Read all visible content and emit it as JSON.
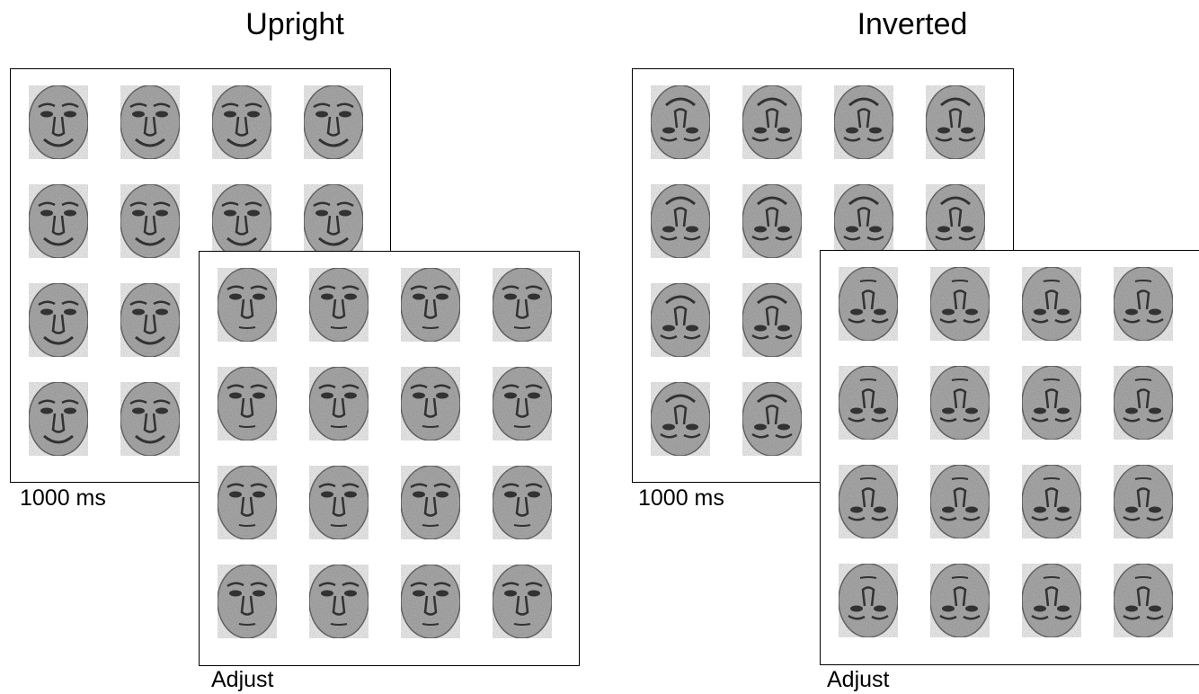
{
  "conditions": [
    {
      "title": "Upright",
      "orientation": "upright",
      "panels": [
        {
          "caption": "1000 ms",
          "expression": "smile",
          "rows": 4,
          "cols": 4
        },
        {
          "caption": "Adjust",
          "expression": "neutral",
          "rows": 4,
          "cols": 4
        }
      ]
    },
    {
      "title": "Inverted",
      "orientation": "inverted",
      "panels": [
        {
          "caption": "1000 ms",
          "expression": "smile",
          "rows": 4,
          "cols": 4
        },
        {
          "caption": "Adjust",
          "expression": "neutral",
          "rows": 4,
          "cols": 4
        }
      ]
    }
  ],
  "colors": {
    "face_fill": "#b5b5b5",
    "face_dark": "#3a3a3a",
    "frame": "#000000"
  }
}
